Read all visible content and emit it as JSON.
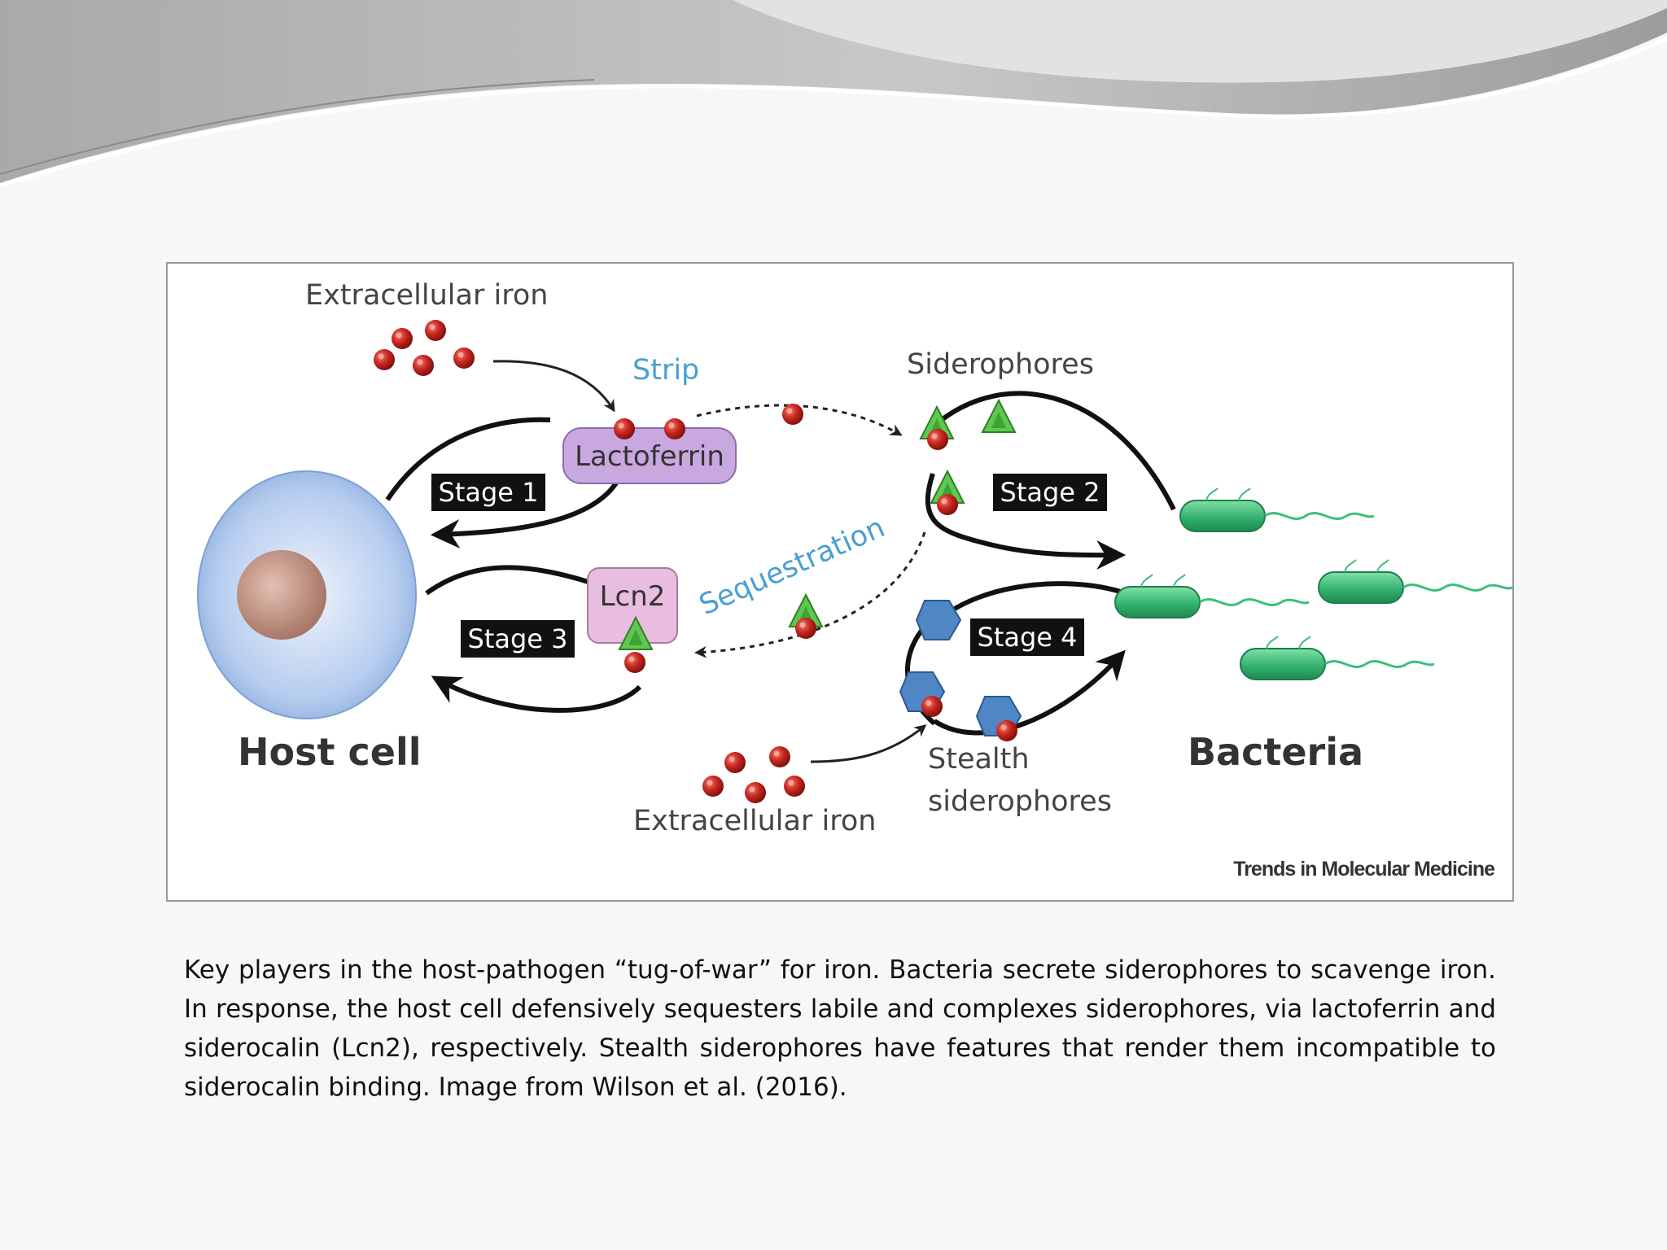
{
  "figure": {
    "labels": {
      "extracellular_iron_top": "Extracellular iron",
      "extracellular_iron_bottom": "Extracellular iron",
      "strip": "Strip",
      "siderophores": "Siderophores",
      "lactoferrin": "Lactoferrin",
      "lcn2": "Lcn2",
      "sequestration": "Sequestration",
      "stage1": "Stage 1",
      "stage2": "Stage 2",
      "stage3": "Stage 3",
      "stage4": "Stage 4",
      "host_cell": "Host cell",
      "bacteria": "Bacteria",
      "stealth_line1": "Stealth",
      "stealth_line2": "siderophores",
      "source": "Trends in Molecular Medicine"
    },
    "colors": {
      "iron": "#b5201b",
      "siderophore": "#58c24a",
      "stealth_siderophore": "#4f86c6",
      "lactoferrin": "#c9a8df",
      "lcn2": "#e8bde0",
      "bacteria": "#3bbf7d",
      "host_cell": "#a7c4ec",
      "nucleus": "#b88b7e",
      "strip_text": "#4a9fd0"
    }
  },
  "caption": "Key players in the host-pathogen “tug-of-war” for iron. Bacteria secrete siderophores to scavenge iron. In response, the host cell defensively sequesters labile and complexes siderophores, via lactoferrin and siderocalin (Lcn2), respectively. Stealth siderophores have features that render them incompatible to siderocalin binding. Image from Wilson et al. (2016)."
}
